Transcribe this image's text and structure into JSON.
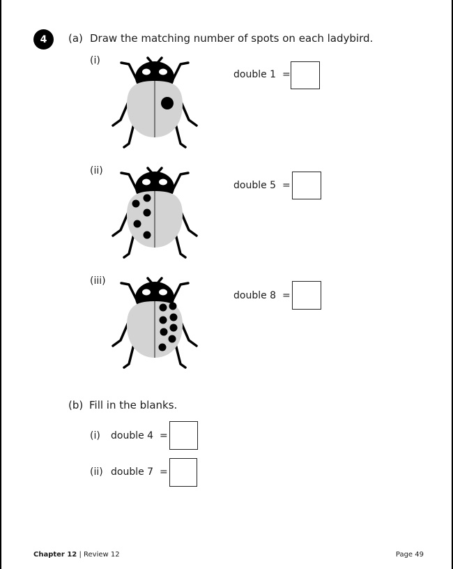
{
  "question_number": "4",
  "part_a": {
    "label": "(a)",
    "instruction": "Draw the matching number of spots on each ladybird.",
    "items": [
      {
        "label": "(i)",
        "expression": "double 1",
        "equals": "=",
        "answer": "",
        "spots_shown": 1
      },
      {
        "label": "(ii)",
        "expression": "double 5",
        "equals": "=",
        "answer": "",
        "spots_shown": 5
      },
      {
        "label": "(iii)",
        "expression": "double 8",
        "equals": "=",
        "answer": "",
        "spots_shown": 8
      }
    ]
  },
  "part_b": {
    "label": "(b)",
    "instruction": "Fill in the blanks.",
    "items": [
      {
        "label": "(i)",
        "expression": "double 4",
        "equals": "=",
        "answer": ""
      },
      {
        "label": "(ii)",
        "expression": "double 7",
        "equals": "=",
        "answer": ""
      }
    ]
  },
  "footer": {
    "chapter": "Chapter 12",
    "separator": "|",
    "section": "Review 12",
    "page": "Page 49"
  }
}
